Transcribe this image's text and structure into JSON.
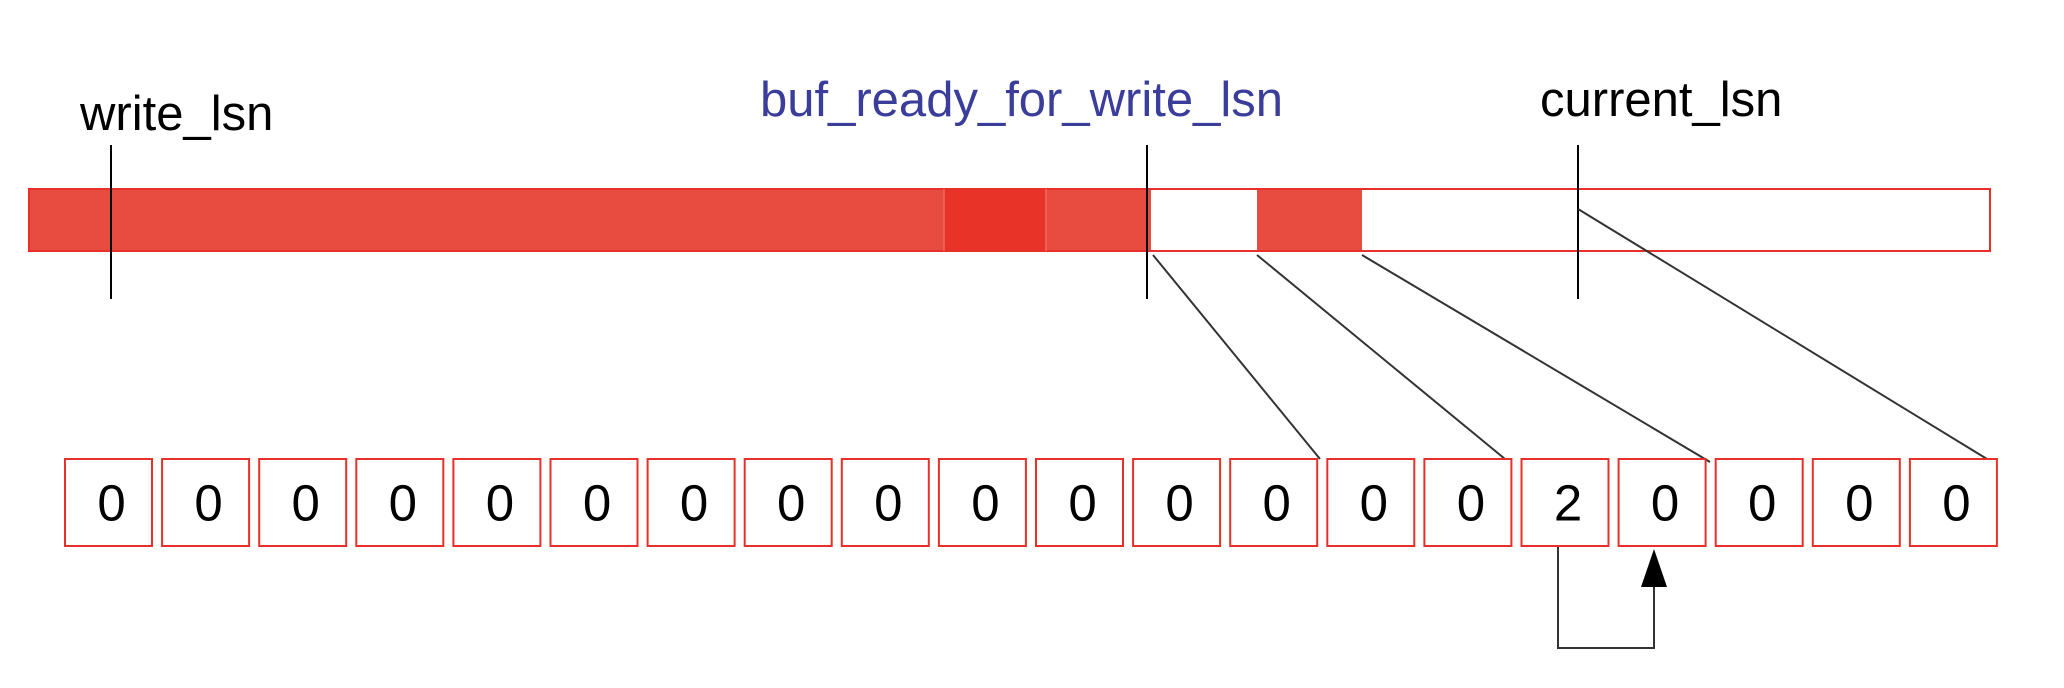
{
  "labels": {
    "write_lsn": "write_lsn",
    "buf_ready_for_write_lsn": "buf_ready_for_write_lsn",
    "current_lsn": "current_lsn"
  },
  "cells": [
    "0",
    "0",
    "0",
    "0",
    "0",
    "0",
    "0",
    "0",
    "0",
    "0",
    "0",
    "0",
    "0",
    "0",
    "0",
    "2",
    "0",
    "0",
    "0",
    "0"
  ],
  "colors": {
    "filled": "#e84b40",
    "filled_dark": "#e83428",
    "border": "#e8302a",
    "label_dark": "#000000",
    "label_accent": "#3a3d99",
    "line": "#333333"
  }
}
